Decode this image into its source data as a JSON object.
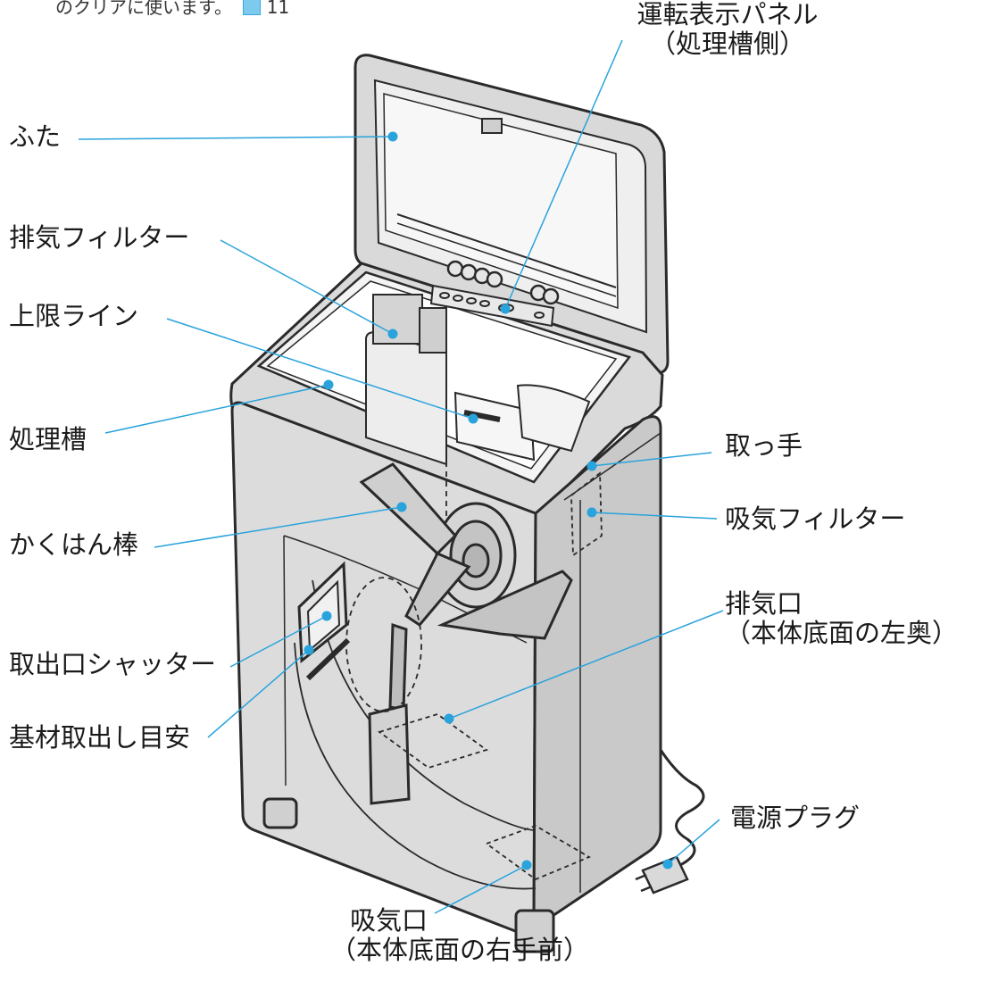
{
  "top_note": {
    "text": "のクリアに使います。",
    "page_ref": "11"
  },
  "labels": {
    "lid": "ふた",
    "exhaust_filter": "排気フィルター",
    "upper_line": "上限ライン",
    "tank": "処理槽",
    "stirring_rod": "かくはん棒",
    "shutter": "取出口シャッター",
    "guide": "基材取出し目安",
    "panel_1": "運転表示パネル",
    "panel_2": "（処理槽側）",
    "handle": "取っ手",
    "intake_filter": "吸気フィルター",
    "exhaust_port_1": "排気口",
    "exhaust_port_2": "（本体底面の左奥）",
    "power_plug": "電源プラグ",
    "intake_port_1": "吸気口",
    "intake_port_2": "（本体底面の右手前）"
  },
  "colors": {
    "leader": "#29a3dc",
    "dot": "#29a3dc",
    "outline": "#2a2a2a",
    "body": "#dcdcdc",
    "body_dark": "#bdbdbd",
    "interior": "#f2f2f2"
  }
}
